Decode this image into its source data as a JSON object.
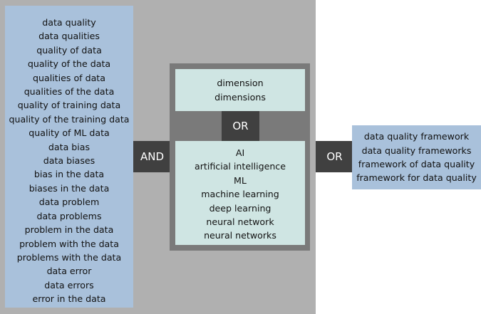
{
  "left_terms": [
    "data quality",
    "data qualities",
    "quality of data",
    "quality of the data",
    "qualities of data",
    "qualities of the data",
    "quality of training data",
    "quality of the training data",
    "quality of ML data",
    "data bias",
    "data biases",
    "bias in the data",
    "biases in the data",
    "data problem",
    "data problems",
    "problem in the data",
    "problem with the data",
    "problems with the data",
    "data error",
    "data errors",
    "error in the data"
  ],
  "operators": {
    "and": "AND",
    "or_mid": "OR",
    "or_right": "OR"
  },
  "dimension_terms": [
    "dimension",
    "dimensions"
  ],
  "ai_terms": [
    "AI",
    "artificial intelligence",
    "ML",
    "machine learning",
    "deep learning",
    "neural network",
    "neural networks"
  ],
  "framework_terms": [
    "data quality framework",
    "data quality frameworks",
    "framework of data quality",
    "framework for data quality"
  ],
  "colors": {
    "outer_panel": "#b0b0b0",
    "blue_box": "#a9c1db",
    "teal_box": "#cfe5e3",
    "operator": "#404040",
    "inner_group": "#7a7a7a"
  }
}
